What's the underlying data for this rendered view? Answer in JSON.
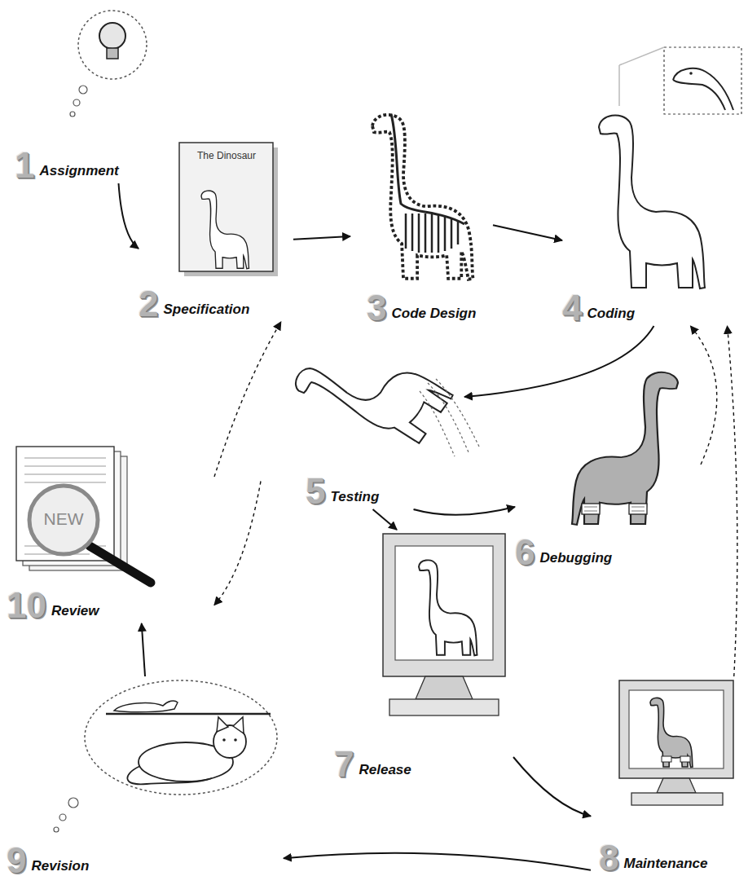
{
  "diagram": {
    "nodes": [
      {
        "text": [
          "1",
          "Assignment"
        ]
      },
      {
        "text": [
          "2",
          "Specification"
        ]
      },
      {
        "text": [
          "3",
          "Code Design"
        ]
      },
      {
        "text": [
          "4",
          "Coding"
        ]
      },
      {
        "text": [
          "5",
          "Testing"
        ]
      },
      {
        "text": [
          "6",
          "Debugging"
        ]
      },
      {
        "text": [
          "7",
          "Release"
        ]
      },
      {
        "text": [
          "8",
          "Maintenance"
        ]
      },
      {
        "text": [
          "9",
          "Revision"
        ]
      },
      {
        "text": [
          "10",
          "Review"
        ]
      }
    ],
    "edges": [
      {
        "from": 0,
        "to": 1,
        "arrow": "to"
      },
      {
        "from": 1,
        "to": 2,
        "arrow": "to"
      },
      {
        "from": 2,
        "to": 3,
        "arrow": "to"
      },
      {
        "from": 3,
        "to": 4,
        "arrow": "to"
      },
      {
        "from": 4,
        "to": 5,
        "arrow": "to"
      },
      {
        "from": 4,
        "to": 6,
        "arrow": "to"
      },
      {
        "from": 6,
        "to": 7,
        "arrow": "to"
      },
      {
        "from": 7,
        "to": 8,
        "arrow": "to"
      },
      {
        "from": 8,
        "to": 9,
        "arrow": "to"
      },
      {
        "from": 9,
        "to": 1,
        "arrow": "to"
      },
      {
        "from": 4,
        "to": 9,
        "arrow": "to"
      },
      {
        "from": 5,
        "to": 3,
        "arrow": "to"
      },
      {
        "from": 7,
        "to": 3,
        "arrow": "to"
      }
    ],
    "labels": [
      "The Dinosaur",
      "NEW"
    ]
  }
}
